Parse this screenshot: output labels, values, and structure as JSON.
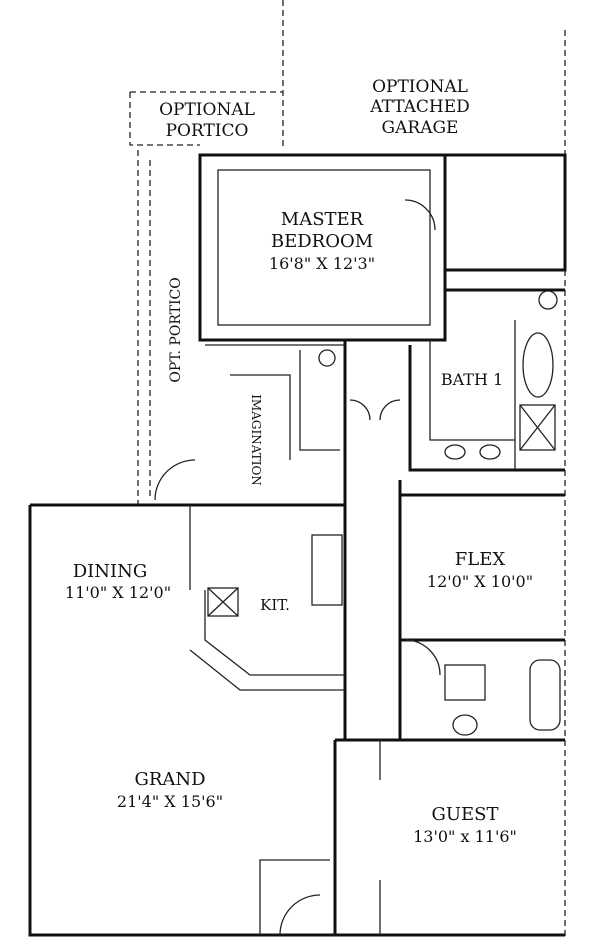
{
  "plan": {
    "optional_portico": [
      "OPTIONAL",
      "PORTICO"
    ],
    "optional_garage": [
      "OPTIONAL",
      "ATTACHED",
      "GARAGE"
    ],
    "master_bedroom": {
      "name": [
        "MASTER",
        "BEDROOM"
      ],
      "size": "16'8\" X 12'3\""
    },
    "opt_portico_side": "OPT. PORTICO",
    "imagination": "IMAGINATION",
    "bath": "BATH 1",
    "flex": {
      "name": "FLEX",
      "size": "12'0\" X 10'0\""
    },
    "dining": {
      "name": "DINING",
      "size": "11'0\" X 12'0\""
    },
    "kitchen": "KIT.",
    "grand": {
      "name": "GRAND",
      "size": "21'4\" X 15'6\""
    },
    "guest": {
      "name": "GUEST",
      "size": "13'0\" x 11'6\""
    }
  }
}
